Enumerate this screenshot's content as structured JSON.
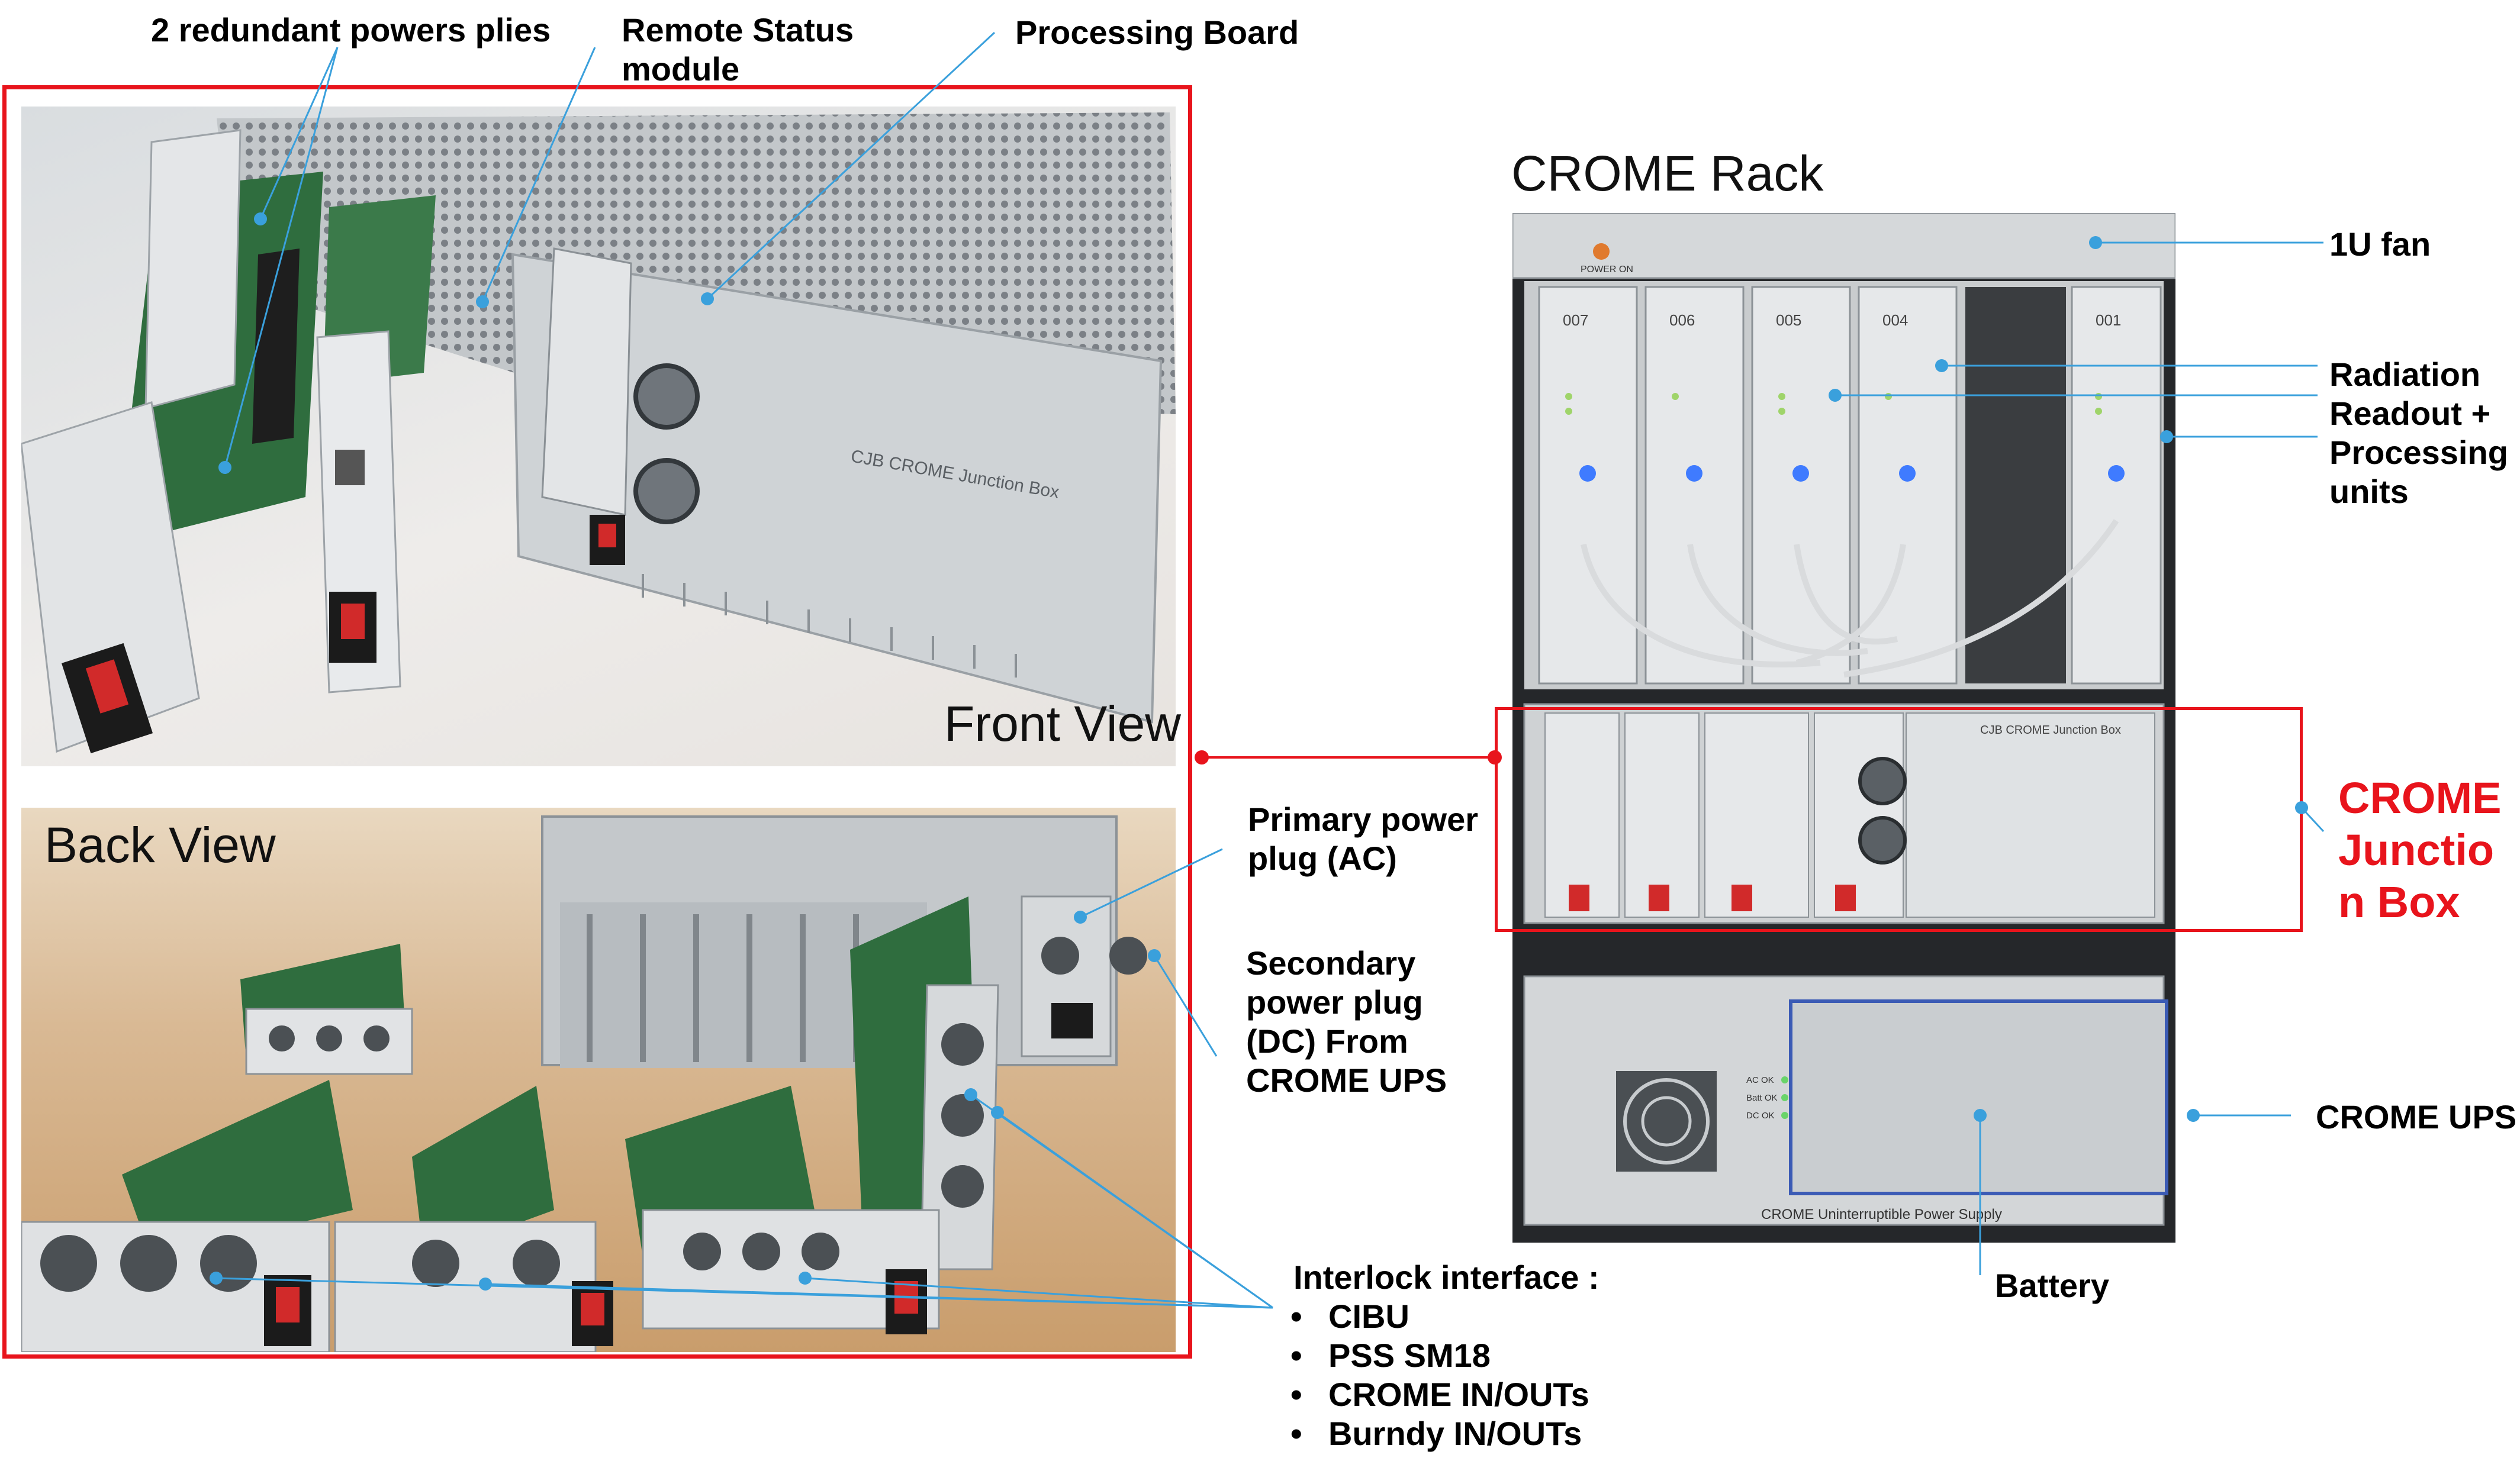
{
  "labels": {
    "power_supplies": "2 redundant powers plies",
    "remote_status_line1": "Remote Status",
    "remote_status_line2": "module",
    "processing_board": "Processing Board",
    "front_view": "Front View",
    "back_view": "Back View",
    "primary_plug_line1": "Primary power",
    "primary_plug_line2": "plug (AC)",
    "secondary_plug_line1": "Secondary",
    "secondary_plug_line2": "power plug",
    "secondary_plug_line3": "(DC) From",
    "secondary_plug_line4": "CROME UPS",
    "interlock_title": "Interlock interface :",
    "interlock_items": [
      "CIBU",
      "PSS SM18",
      "CROME IN/OUTs",
      "Burndy IN/OUTs"
    ],
    "crome_rack": "CROME Rack",
    "fan": "1U fan",
    "radiation_line1": "Radiation",
    "radiation_line2": "Readout +",
    "radiation_line3": "Processing",
    "radiation_line4": "units",
    "junction_line1": "CROME",
    "junction_line2": "Junctio",
    "junction_line3": "n Box",
    "ups": "CROME UPS",
    "battery": "Battery"
  },
  "photo_text": {
    "junction_box_plate": "CJB CROME Junction Box",
    "ups_plate": "CROME Uninterruptible Power Supply",
    "power_on": "POWER ON",
    "rack_unit_numbers": [
      "007",
      "006",
      "005",
      "004",
      "001"
    ],
    "ups_leds": [
      "AC OK",
      "Batt OK",
      "DC OK"
    ]
  },
  "colors": {
    "highlight_red": "#e8141c",
    "leader_blue": "#3aa0dc",
    "battery_outline": "#3b5bb5"
  }
}
